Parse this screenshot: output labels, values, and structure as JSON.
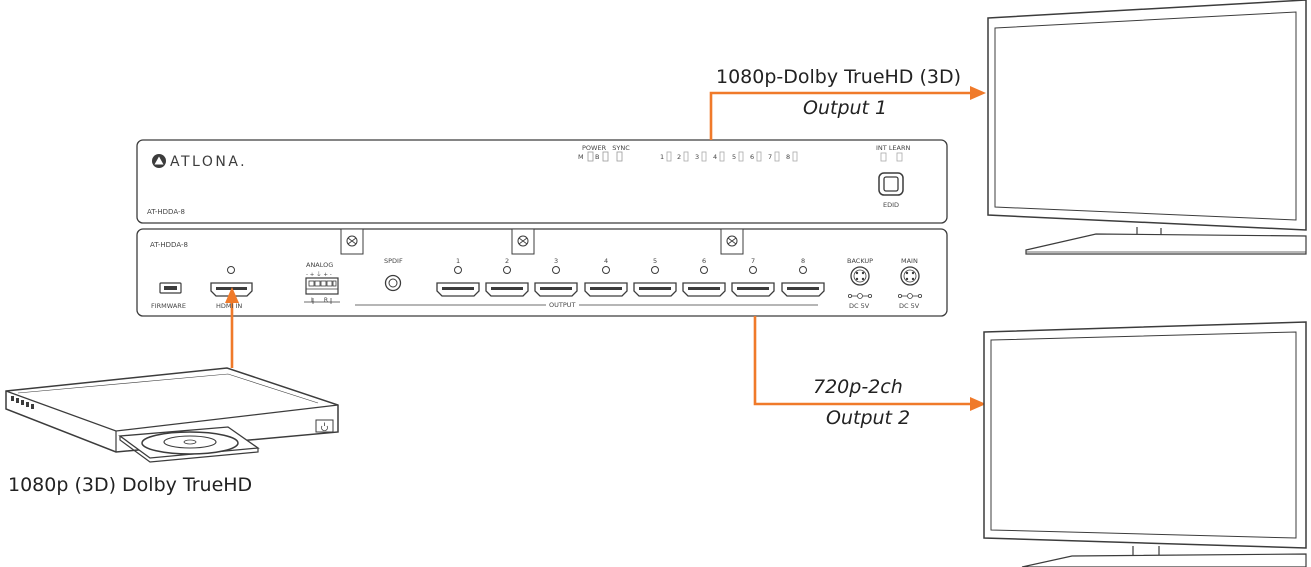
{
  "colors": {
    "cable": "#f07a2a",
    "device_stroke": "#3c3c3c",
    "screen_fill": "#ffffff"
  },
  "brand": {
    "name": "ATLONA.",
    "logo_icon": "atlona-logo-icon"
  },
  "front_panel": {
    "model": "AT-HDDA-8",
    "power_sync_header": "POWER   SYNC",
    "power_leds": [
      "M",
      "B"
    ],
    "sync_numbers": [
      "1",
      "2",
      "3",
      "4",
      "5",
      "6",
      "7",
      "8"
    ],
    "int_learn_label": "INT LEARN",
    "edid_label": "EDID"
  },
  "rear_panel": {
    "model": "AT-HDDA-8",
    "firmware_label": "FIRMWARE",
    "hdmi_in_label": "HDMI IN",
    "analog_label": "ANALOG",
    "analog_polarity": "- + ⏚ + -",
    "analog_lr": "L     R",
    "spdif_label": "SPDIF",
    "output_numbers": [
      "1",
      "2",
      "3",
      "4",
      "5",
      "6",
      "7",
      "8"
    ],
    "output_label": "OUTPUT",
    "backup_label": "BACKUP",
    "main_label": "MAIN",
    "dc_label": "DC 5V"
  },
  "source": {
    "label": "1080p (3D) Dolby TrueHD",
    "icon": "bluray-player-icon"
  },
  "outputs": [
    {
      "format": "1080p-Dolby TrueHD (3D)",
      "name": "Output 1",
      "icon": "tv-monitor-icon"
    },
    {
      "format": "720p-2ch",
      "name": "Output 2",
      "icon": "tv-monitor-icon"
    }
  ]
}
